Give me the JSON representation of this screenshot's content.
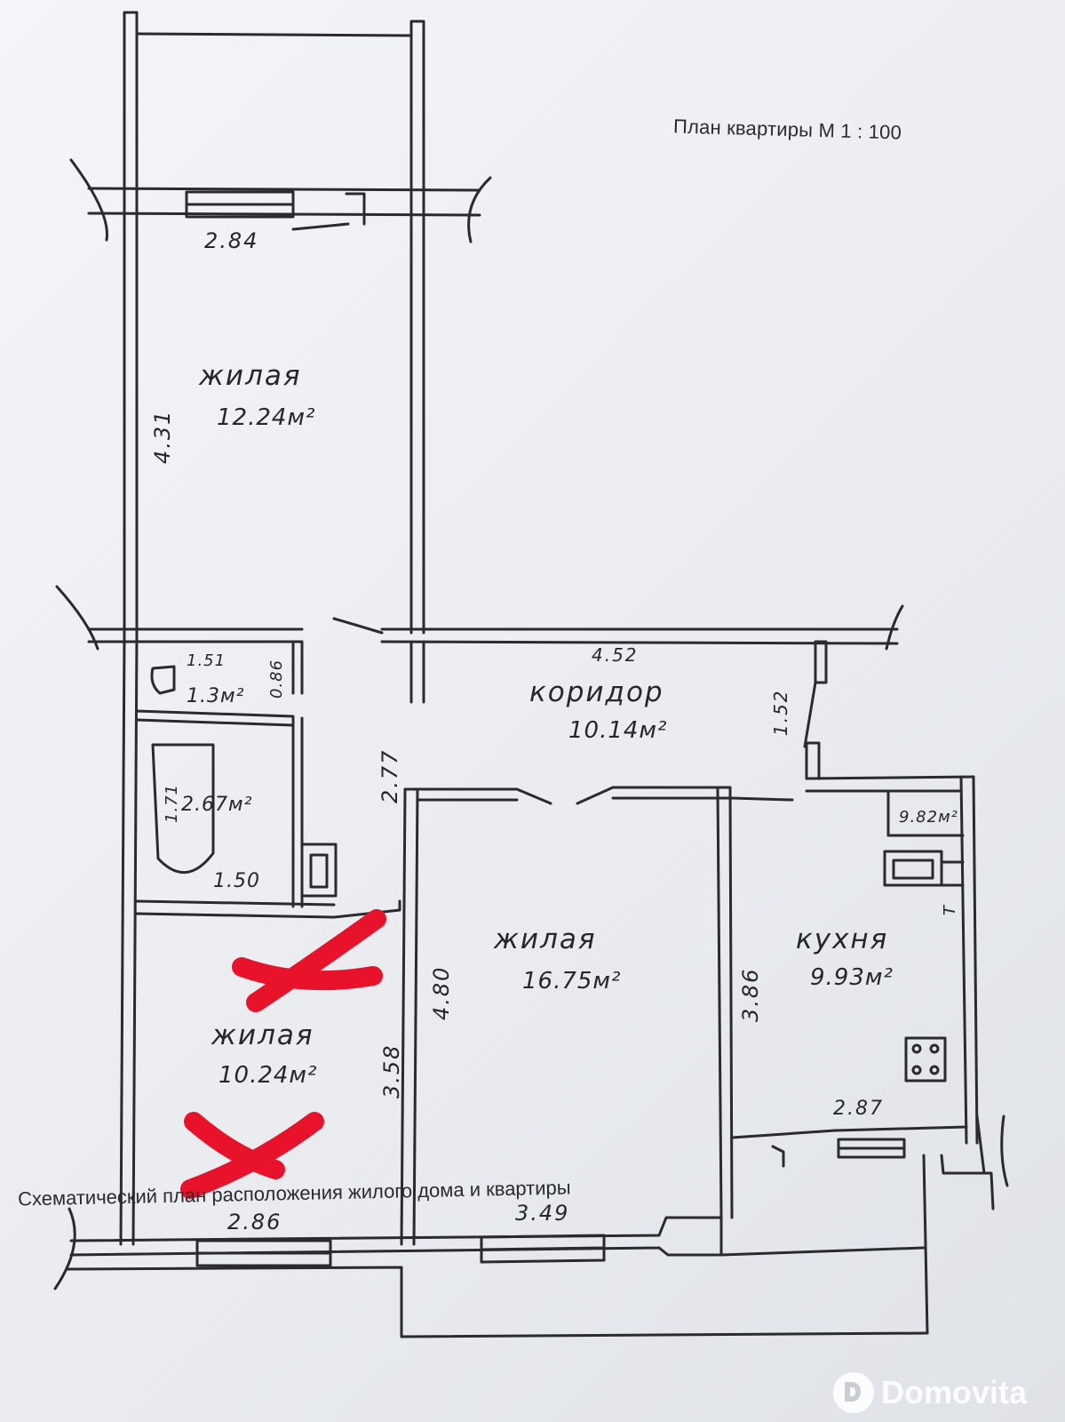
{
  "header": {
    "title": "План квартиры М 1 : 100"
  },
  "footer": {
    "caption": "Схематический план расположения жилого дома и квартиры"
  },
  "rooms": {
    "living_top": {
      "name": "жилая",
      "area": "12.24м²"
    },
    "corridor": {
      "name": "коридор",
      "area": "10.14м²"
    },
    "wc": {
      "area": "1.3м²"
    },
    "bathroom": {
      "area": "2.67м²"
    },
    "living_middle": {
      "name": "жилая",
      "area": "16.75м²"
    },
    "kitchen": {
      "name": "кухня",
      "area": "9.93м²"
    },
    "living_bottom": {
      "name": "жилая",
      "area": "10.24м²"
    },
    "balcony": {
      "area": "9.82м²"
    }
  },
  "dimensions": {
    "top_room_width": "2.84",
    "top_room_length": "4.31",
    "corridor_width": "4.52",
    "corridor_depth": "1.52",
    "corridor_height": "2.77",
    "wc_width": "1.51",
    "wc_depth": "0.86",
    "bath_length": "1.71",
    "bath_width": "1.50",
    "bottom_room_length": "3.58",
    "bottom_room_width": "2.86",
    "middle_room_length": "4.80",
    "middle_room_width": "3.49",
    "kitchen_length": "3.86",
    "kitchen_width": "2.87"
  },
  "annotations": {
    "kitchen_wall_mark": "Т"
  },
  "watermark": {
    "text": "Domovita",
    "icon": "domovita-logo-icon"
  },
  "colors": {
    "wall": "#2a2a2f",
    "strike_mark": "#e8132b",
    "paper": "#eef0f3"
  }
}
